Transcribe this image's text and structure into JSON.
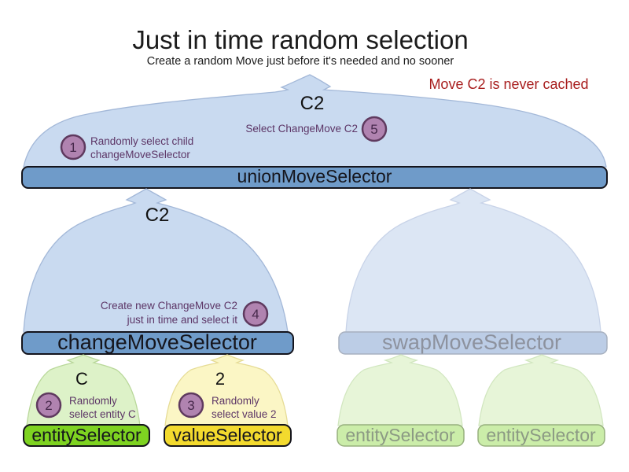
{
  "title": "Just in time random selection",
  "subtitle": "Create a random Move just before it's needed and no sooner",
  "annotation": "Move C2 is never cached",
  "colors": {
    "annotation_red": "#a81e1e",
    "step_text": "#5c3566",
    "badge_fill": "#b083b0",
    "badge_number": "#46284b",
    "dome_blue": "#c9daf0",
    "bar_blue": "#6f9bc9",
    "dome_blue_faded": "#dce6f4",
    "bar_blue_faded": "#bccde6",
    "dome_green": "#ddf2c8",
    "bar_green": "#7ed321",
    "dome_yellow": "#fbf6c5",
    "bar_yellow": "#f3da2e",
    "dome_green_faded": "#e7f5d8",
    "bar_green_faded": "#cbeda9"
  },
  "union_selector": {
    "move_label": "C2",
    "bar_label": "unionMoveSelector",
    "step_1": {
      "number": "1",
      "line1": "Randomly select child",
      "line2": "changeMoveSelector"
    },
    "step_5": {
      "number": "5",
      "text": "Select ChangeMove C2"
    }
  },
  "change_selector": {
    "move_label": "C2",
    "bar_label": "changeMoveSelector",
    "step_4": {
      "number": "4",
      "line1": "Create new ChangeMove C2",
      "line2": "just in time and select it"
    }
  },
  "swap_selector": {
    "bar_label": "swapMoveSelector"
  },
  "entity_selector": {
    "move_label": "C",
    "bar_label": "entitySelector",
    "step_2": {
      "number": "2",
      "line1": "Randomly",
      "line2": "select entity C"
    }
  },
  "value_selector": {
    "move_label": "2",
    "bar_label": "valueSelector",
    "step_3": {
      "number": "3",
      "line1": "Randomly",
      "line2": "select value 2"
    }
  },
  "faded_entity_selector_left": {
    "bar_label": "entitySelector"
  },
  "faded_entity_selector_right": {
    "bar_label": "entitySelector"
  }
}
